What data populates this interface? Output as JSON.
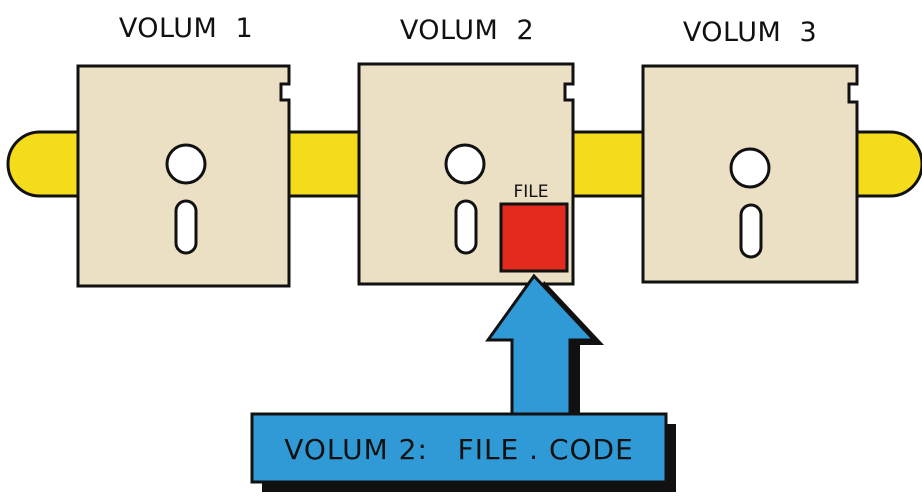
{
  "volumes": [
    {
      "label": "VOLUM  1"
    },
    {
      "label": "VOLUM  2"
    },
    {
      "label": "VOLUM  3"
    }
  ],
  "file_label": "FILE",
  "path_label": "VOLUM 2:   FILE . CODE",
  "colors": {
    "disk": "#ece0c4",
    "outline": "#111111",
    "connector": "#f4dc1a",
    "file": "#e22b1e",
    "arrow": "#2f9ad6",
    "shadow": "#111111",
    "background": "#ffffff"
  }
}
